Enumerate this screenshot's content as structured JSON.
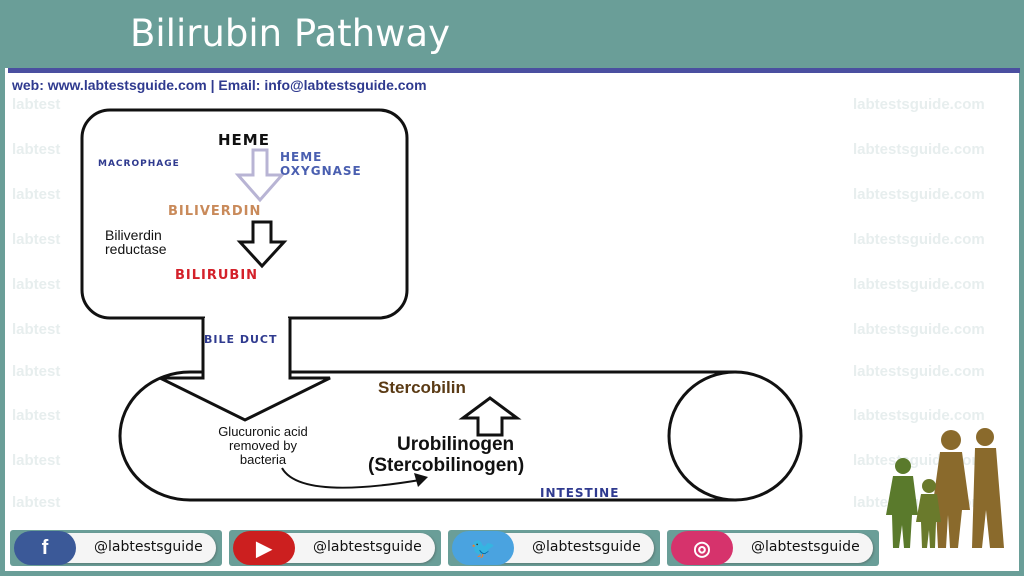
{
  "header": {
    "title": "Bilirubin Pathway"
  },
  "contact": {
    "line": "web:  www.labtestsguide.com   |  Email: info@labtestsguide.com"
  },
  "watermark": {
    "text_left": "labtest",
    "text_right": "labtestsguide.com"
  },
  "diagram": {
    "heme": "HEME",
    "macrophage": "MACROPHAGE",
    "heme_oxygenase_1": "HEME",
    "heme_oxygenase_2": "OXYGNASE",
    "biliverdin": "BILIVERDIN",
    "biliverdin_reductase_1": "Biliverdin",
    "biliverdin_reductase_2": "reductase",
    "bilirubin": "BILIRUBIN",
    "bile_duct": "BILE DUCT",
    "stercobilin": "Stercobilin",
    "glucuronic_1": "Glucuronic acid",
    "glucuronic_2": "removed by",
    "glucuronic_3": "bacteria",
    "urobilinogen": "Urobilinogen",
    "stercobilinogen": "(Stercobilinogen)",
    "intestine": "INTESTINE"
  },
  "social": [
    {
      "network": "facebook",
      "icon": "facebook-icon",
      "glyph": "f",
      "color": "#3b5998",
      "handle": "@labtestsguide"
    },
    {
      "network": "youtube",
      "icon": "youtube-icon",
      "glyph": "▶",
      "color": "#cc1f1f",
      "handle": "@labtestsguide"
    },
    {
      "network": "twitter",
      "icon": "twitter-icon",
      "glyph": "🐦",
      "color": "#4aa3e0",
      "handle": "@labtestsguide"
    },
    {
      "network": "instagram",
      "icon": "instagram-icon",
      "glyph": "◎",
      "color": "#d6336c",
      "handle": "@labtestsguide"
    }
  ],
  "colors": {
    "teal": "#6a9e98",
    "navy": "#2f3a8f",
    "biliverdin": "#c98a5a",
    "bilirubin": "#d4212a"
  }
}
